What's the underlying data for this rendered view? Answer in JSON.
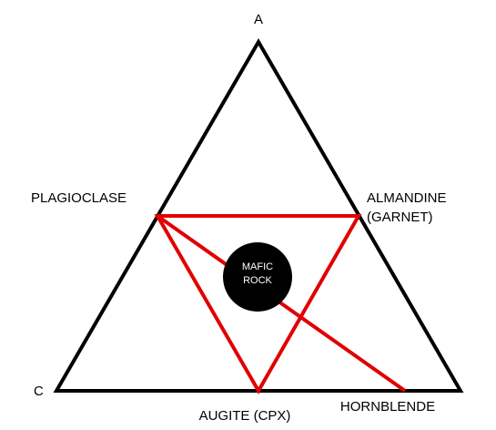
{
  "diagram": {
    "vertices": {
      "top": "A",
      "bottom_left": "C",
      "bottom_right": ""
    },
    "minerals": {
      "plagioclase": "PLAGIOCLASE",
      "almandine_line1": "ALMANDINE",
      "almandine_line2": "(GARNET)",
      "augite": "AUGITE (CPX)",
      "hornblende": "HORNBLENDE"
    },
    "rock": {
      "line1": "MAFIC",
      "line2": "ROCK"
    },
    "colors": {
      "outline": "#000000",
      "tie_lines": "#e00000",
      "rock_fill": "#000000",
      "rock_text": "#ffffff"
    }
  }
}
